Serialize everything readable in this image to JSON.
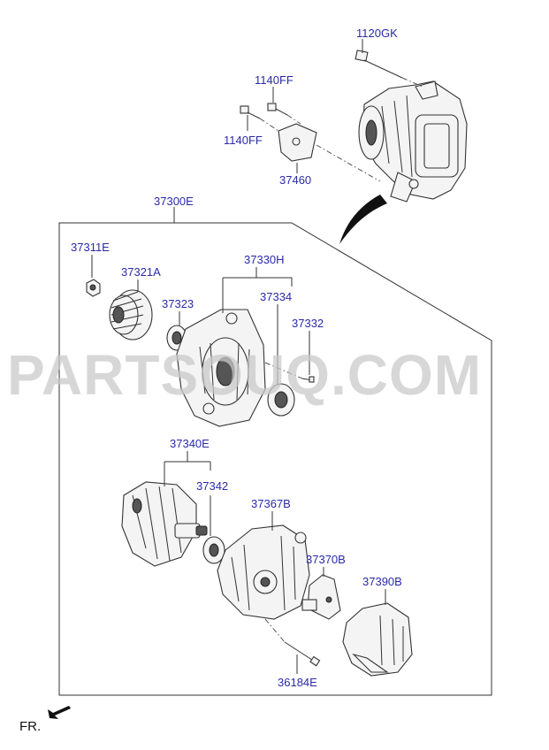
{
  "labels": {
    "p1120GK": "1120GK",
    "p1140FF_a": "1140FF",
    "p1140FF_b": "1140FF",
    "p37460": "37460",
    "p37300E": "37300E",
    "p37311E": "37311E",
    "p37321A": "37321A",
    "p37323": "37323",
    "p37330H": "37330H",
    "p37334": "37334",
    "p37332": "37332",
    "p37340E": "37340E",
    "p37342": "37342",
    "p37367B": "37367B",
    "p37370B": "37370B",
    "p37390B": "37390B",
    "p36184E": "36184E"
  },
  "orientation": {
    "label": "FR."
  },
  "watermark": {
    "text": "PARTSOUQ.COM"
  },
  "colors": {
    "label": "#2a2aa8",
    "line": "#333333",
    "watermark": "#c9c9c9"
  }
}
